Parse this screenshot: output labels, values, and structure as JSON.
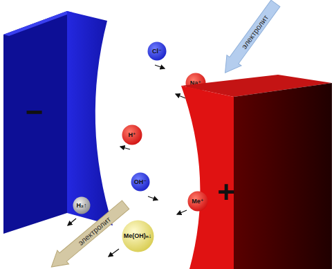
{
  "diagram": {
    "nodes": [
      {
        "text": [
          "−"
        ]
      },
      {
        "text": [
          "Cl⁻"
        ]
      },
      {
        "text": [
          "электролит"
        ]
      },
      {
        "text": [
          "Na⁺"
        ]
      },
      {
        "text": [
          "H⁺"
        ]
      },
      {
        "text": [
          "OH⁻"
        ]
      },
      {
        "text": [
          "+"
        ]
      },
      {
        "text": [
          "Me⁺"
        ]
      },
      {
        "text": [
          "H₂↑"
        ]
      },
      {
        "text": [
          "электролит"
        ]
      },
      {
        "text": [
          "Me(OH)ₙ↓"
        ]
      }
    ]
  }
}
